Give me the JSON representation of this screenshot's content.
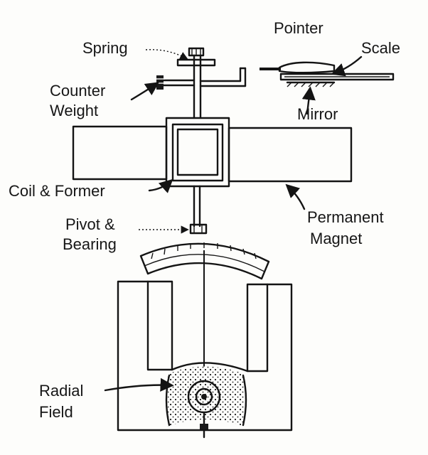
{
  "labels": {
    "spring": "Spring",
    "pointer": "Pointer",
    "scale": "Scale",
    "counter_weight_1": "Counter",
    "counter_weight_2": "Weight",
    "mirror": "Mirror",
    "coil_former": "Coil & Former",
    "pivot_bearing_1": "Pivot &",
    "pivot_bearing_2": "Bearing",
    "permanent_magnet_1": "Permanent",
    "permanent_magnet_2": "Magnet",
    "radial_field_1": "Radial",
    "radial_field_2": "Field"
  }
}
